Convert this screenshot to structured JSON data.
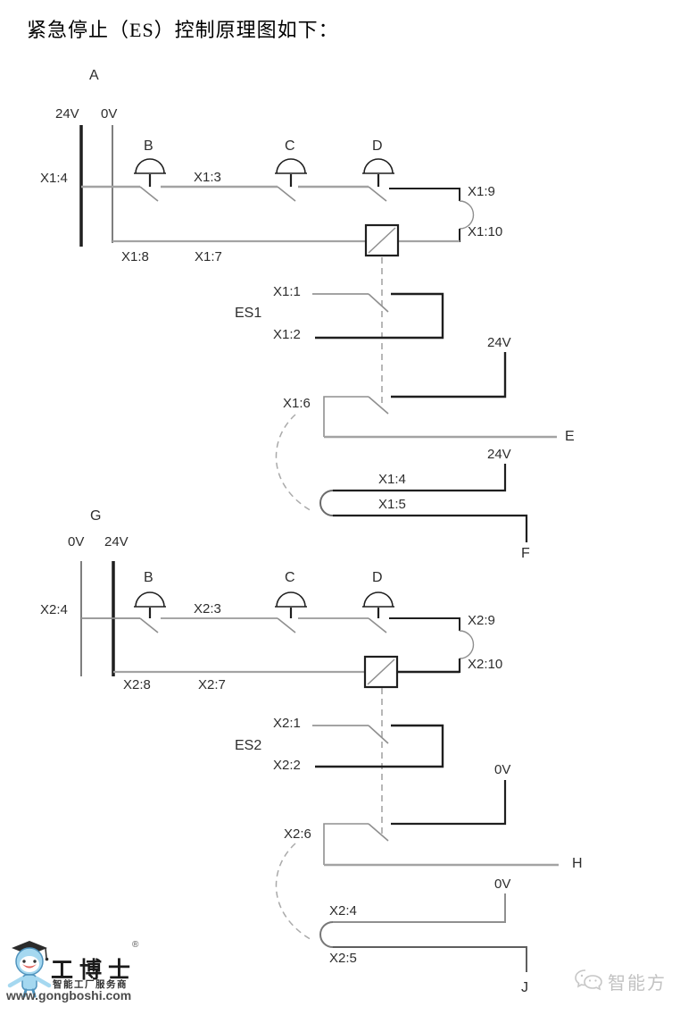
{
  "title": "紧急停止（ES）控制原理图如下：",
  "circuit1": {
    "section_label": "A",
    "bus_24v": "24V",
    "bus_0v": "0V",
    "button_b": "B",
    "button_c": "C",
    "button_d": "D",
    "x4": "X1:4",
    "x3": "X1:3",
    "x9": "X1:9",
    "x10": "X1:10",
    "x8": "X1:8",
    "x7": "X1:7",
    "x1": "X1:1",
    "x2": "X1:2",
    "relay_label": "ES1",
    "coil_supply": "24V",
    "x6": "X1:6",
    "output_e": "E",
    "seal_supply": "24V",
    "x4_seal": "X1:4",
    "x5": "X1:5",
    "output_f": "F"
  },
  "circuit2": {
    "section_label": "G",
    "bus_0v": "0V",
    "bus_24v": "24V",
    "button_b": "B",
    "button_c": "C",
    "button_d": "D",
    "x4": "X2:4",
    "x3": "X2:3",
    "x9": "X2:9",
    "x10": "X2:10",
    "x8": "X2:8",
    "x7": "X2:7",
    "x1": "X2:1",
    "x2": "X2:2",
    "relay_label": "ES2",
    "coil_supply": "0V",
    "x6": "X2:6",
    "output_h": "H",
    "seal_supply": "0V",
    "x4_seal": "X2:4",
    "x5": "X2:5",
    "output_j": "J"
  },
  "footer": {
    "registered_mark": "®",
    "brand": "工博士",
    "tagline": "智能工厂服务商",
    "website": "www.gongboshi.com",
    "watermark": "智能方"
  },
  "colors": {
    "wire_gray": "#a3a3a3",
    "wire_dark": "#1f1f1f",
    "dashed_gray": "#9f9f9f",
    "watermark_gray": "#c6c6c6"
  }
}
